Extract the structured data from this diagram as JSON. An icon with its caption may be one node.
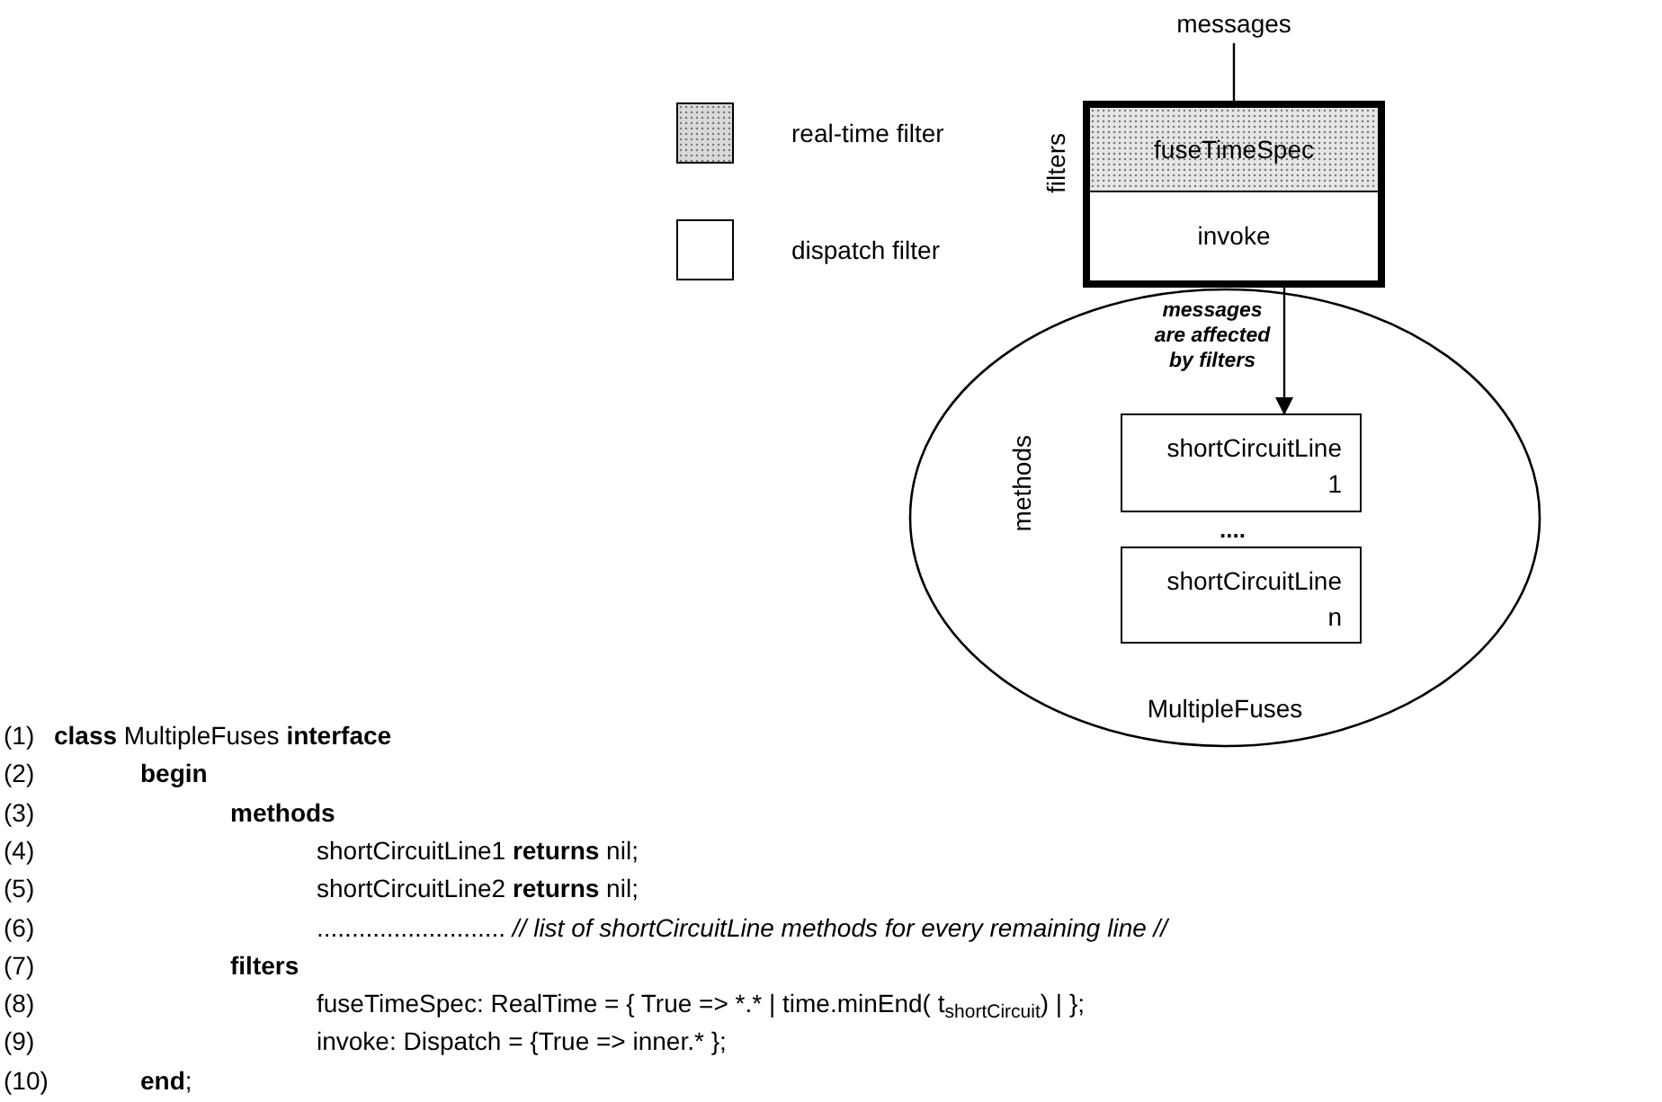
{
  "diagram": {
    "nodes": [
      {
        "text": [
          "messages"
        ]
      },
      {
        "text": [
          "filters"
        ]
      },
      {
        "text": [
          "fuseTimeSpec"
        ],
        "in": 1
      },
      {
        "text": [
          "invoke"
        ],
        "in": 1
      },
      {
        "text": [
          "methods",
          "MultipleFuses"
        ]
      },
      {
        "text": [
          "shortCircuitLine 1"
        ],
        "in": 4
      },
      {
        "text": [
          "shortCircuitLine n"
        ],
        "in": 4
      }
    ],
    "edges": [
      {
        "from": 0,
        "to": 1,
        "arrow": "none"
      },
      {
        "from": 1,
        "to": 5,
        "arrow": "to",
        "label": "messages are affected by filters"
      }
    ],
    "labels": [
      "....",
      "(1)",
      "**class** MultipleFuses **interface**",
      "(2)",
      "begin",
      "(3)",
      "methods",
      "(4)",
      "shortCircuitLine1 **returns** nil;",
      "(5)",
      "shortCircuitLine2 **returns** nil;",
      "(6)",
      "........................... *// list of shortCircuitLine methods for every remaining line //*",
      "(7)",
      "filters",
      "(8)",
      "fuseTimeSpec: RealTime = { True => *",
      ".* | time.minEnd( t$_{shortCircuit}$) | };",
      "(9)",
      "invoke: Dispatch = {True => inner.* };",
      "(10)",
      "**end**;"
    ],
    "legend": [
      {
        "text": "real-time filter",
        "color": "#d9d9d9"
      },
      {
        "text": "dispatch filter",
        "color": "#ffffff"
      }
    ]
  }
}
